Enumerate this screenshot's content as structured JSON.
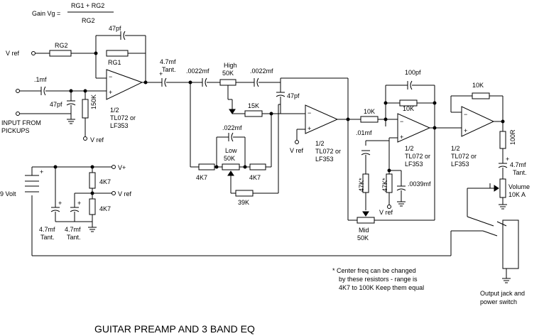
{
  "title": "GUITAR PREAMP AND 3 BAND EQ",
  "gain": {
    "lhs": "Gain Vg =",
    "num": "RG1 + RG2",
    "den": "RG2"
  },
  "refs": {
    "vref": "V ref",
    "vplus": "V+",
    "nine_volt": "9 Volt",
    "input1": "INPUT FROM",
    "input2": "PICKUPS"
  },
  "stage1": {
    "rg2": "RG2",
    "rg1": "RG1",
    "c_fb": "47pf",
    "c_in": ".1mf",
    "c_shunt": "47pf",
    "r_bias": "150K",
    "out_cap": "4.7mf",
    "out_cap_type": "Tant."
  },
  "opamp": {
    "half": "1/2",
    "part": "TL072 or",
    "alt": "LF353"
  },
  "eq": {
    "high": "High",
    "high_pot": "50K",
    "c_high_a": ".0022mf",
    "c_high_b": ".0022mf",
    "c_47pf": "47pf",
    "r15k": "15K",
    "c_low": ".022mf",
    "low": "Low",
    "low_pot": "50K",
    "r4k7_a": "4K7",
    "r4k7_b": "4K7",
    "r39k": "39K"
  },
  "stage3": {
    "r10k_in": "10K",
    "c100pf": "100pf",
    "r10k_fb": "10K",
    "c01": ".01mf",
    "r47k_a": "47K*",
    "r47k_b": "47K*",
    "c0039": ".0039mf",
    "mid": "Mid",
    "mid_pot": "50K"
  },
  "stage4": {
    "r10k": "10K",
    "r100": "100R",
    "out_cap": "4.7mf",
    "out_cap_type": "Tant.",
    "vol": "Volume",
    "vol_val": "10K A"
  },
  "supply": {
    "r4k7_a": "4K7",
    "r4k7_b": "4K7",
    "cap_a": "4.7mf",
    "cap_b": "4.7mf",
    "tant": "Tant."
  },
  "note": {
    "l1": "* Center freq can be changed",
    "l2": "by these resistors - range is",
    "l3": "4K7 to 100K Keep them equal"
  },
  "jack": {
    "l1": "Output jack and",
    "l2": "power switch"
  }
}
